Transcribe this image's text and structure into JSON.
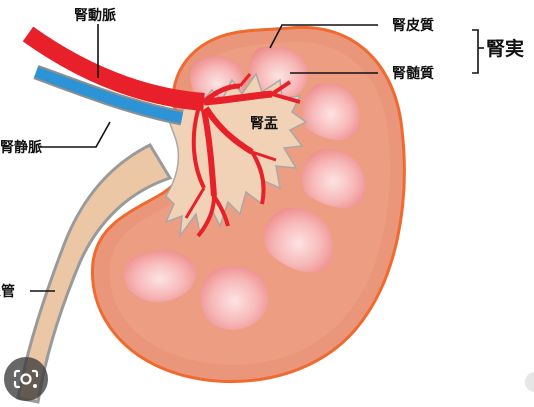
{
  "labels": {
    "renal_artery": "腎動脈",
    "renal_vein": "腎静脈",
    "cortex": "腎皮質",
    "medulla": "腎髄質",
    "pelvis": "腎盂",
    "parenchyma": "腎実",
    "ureter": "尿管"
  },
  "colors": {
    "capsule": "#f06a30",
    "cortex": "#e9967a",
    "pyramid_edge": "#ee8a8a",
    "pyramid_core": "#fbd4d4",
    "pelvis": "#f1d2b6",
    "ureter": "#ecc7a5",
    "artery": "#e8202a",
    "vein": "#2b93d6"
  },
  "icons": {
    "lens": "google-lens-icon"
  }
}
